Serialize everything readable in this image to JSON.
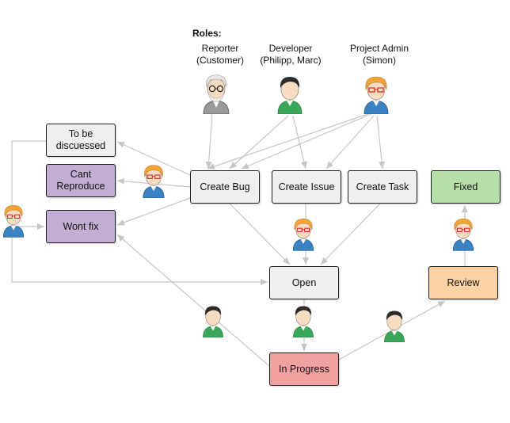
{
  "roles": {
    "title": "Roles:",
    "reporter": {
      "name": "Reporter",
      "who": "(Customer)"
    },
    "developer": {
      "name": "Developer",
      "who": "(Philipp, Marc)"
    },
    "admin": {
      "name": "Project Admin",
      "who": "(Simon)"
    }
  },
  "states": {
    "to_be_discussed": "To be discuessed",
    "cant_reproduce": "Cant Reproduce",
    "wont_fix": "Wont fix",
    "create_bug": "Create Bug",
    "create_issue": "Create Issue",
    "create_task": "Create Task",
    "fixed": "Fixed",
    "open": "Open",
    "review": "Review",
    "in_progress": "In Progress"
  },
  "colors": {
    "gray_node": "#efefef",
    "purple_node": "#c3aed3",
    "green_node": "#b6e0a8",
    "orange_node": "#fdd3a3",
    "red_node": "#f2a1a1",
    "arrow": "#c6c6c6"
  }
}
